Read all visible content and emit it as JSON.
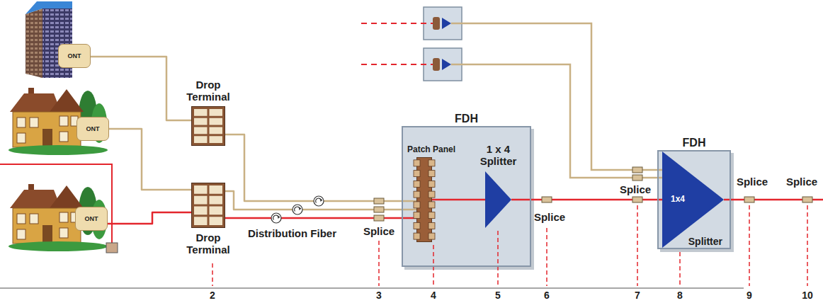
{
  "diagram": {
    "nodes": [
      {
        "text": [
          "ONT"
        ]
      },
      {
        "text": [
          "Drop Terminal"
        ]
      },
      {
        "text": [
          "ONT"
        ]
      },
      {
        "text": [
          "ONT"
        ]
      },
      {
        "text": [
          "Drop Terminal"
        ]
      },
      {
        "text": [
          "FDH"
        ]
      },
      {
        "text": [
          "Patch Panel"
        ],
        "in": 5
      },
      {
        "text": [
          "1 x 4 Splitter"
        ],
        "in": 5
      },
      {
        "text": [
          "FDH"
        ]
      },
      {
        "text": [
          "1x4",
          "Splitter"
        ],
        "in": 8
      }
    ],
    "edges": [
      {
        "from": 0,
        "to": 1,
        "arrow": "none"
      },
      {
        "from": 2,
        "to": 4,
        "arrow": "none"
      },
      {
        "from": 3,
        "to": 4,
        "arrow": "none"
      },
      {
        "from": 1,
        "to": 6,
        "arrow": "none"
      },
      {
        "from": 4,
        "to": 6,
        "arrow": "none"
      },
      {
        "from": 4,
        "to": 6,
        "arrow": "none"
      },
      {
        "from": 6,
        "to": 7,
        "arrow": "none"
      },
      {
        "from": 7,
        "to": 9,
        "arrow": "none"
      }
    ],
    "labels": [
      "Distribution Fiber",
      "Splice",
      "Splice",
      "Splice",
      "Splice",
      "Splice",
      "2",
      "3",
      "4",
      "5",
      "6",
      "7",
      "8",
      "9",
      "10"
    ]
  }
}
